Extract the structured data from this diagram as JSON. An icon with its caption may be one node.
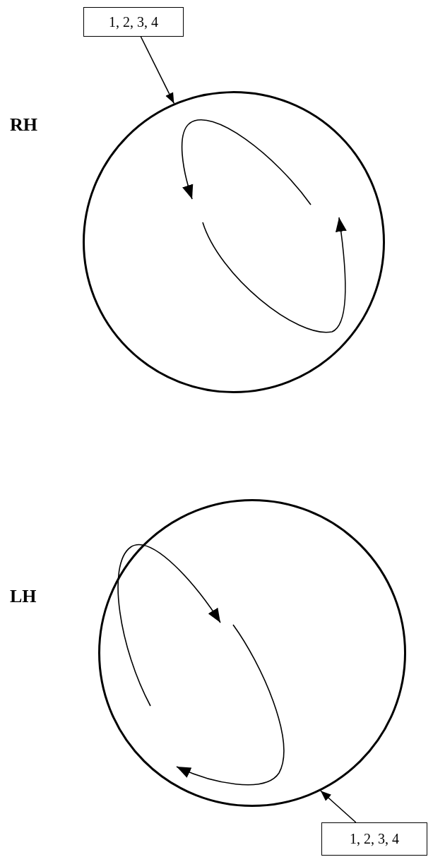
{
  "diagram": {
    "nodes": [
      {
        "text": [
          "1, 2, 3, 4"
        ]
      },
      {
        "text": [],
        "shape": "circle"
      },
      {
        "text": [],
        "shape": "circle"
      },
      {
        "text": [
          "1, 2, 3, 4"
        ]
      }
    ],
    "edges": [
      {
        "from": 0,
        "to": 1,
        "arrow": "to"
      },
      {
        "from": 3,
        "to": 2,
        "arrow": "to"
      }
    ],
    "labels": [
      "RH",
      "LH"
    ]
  }
}
